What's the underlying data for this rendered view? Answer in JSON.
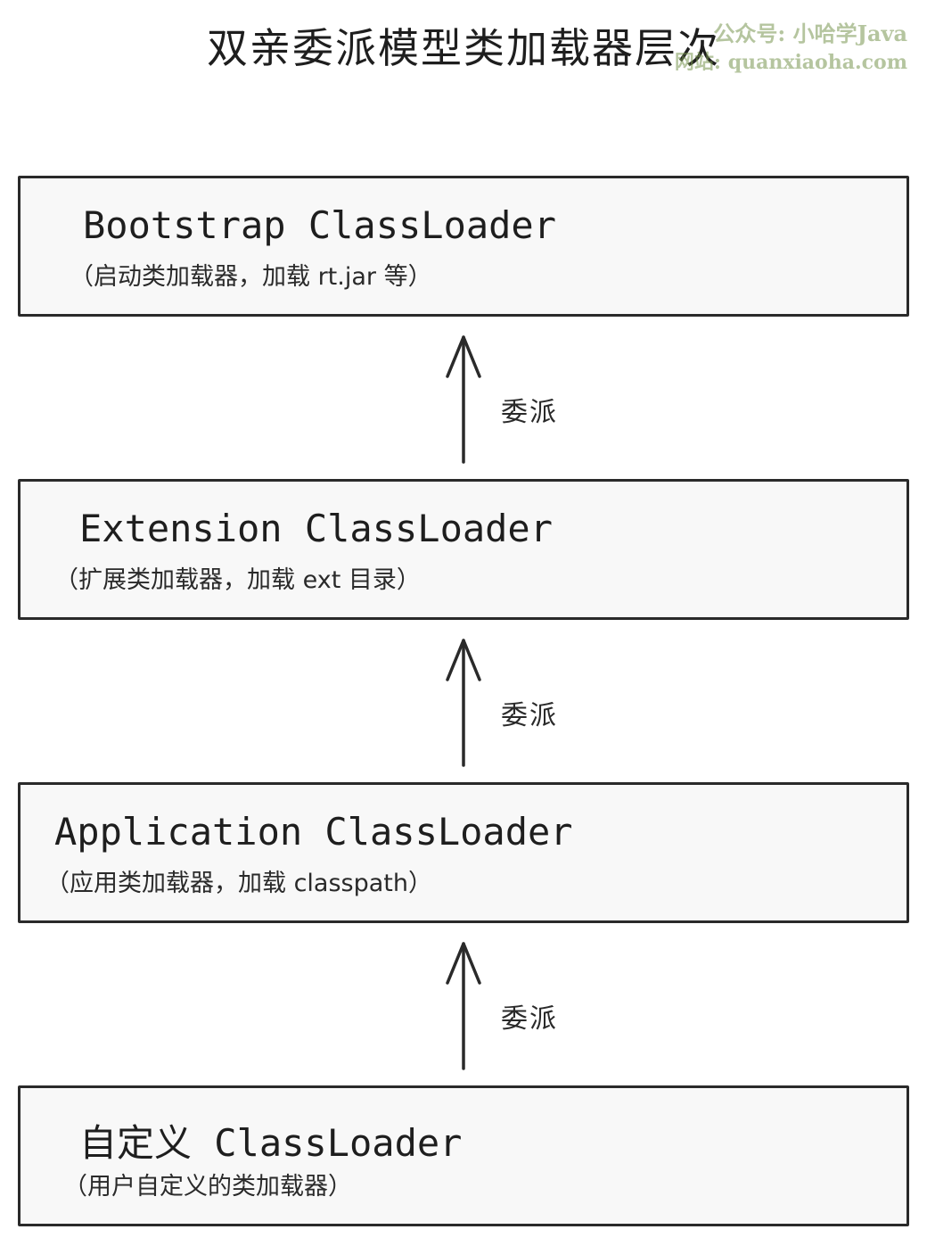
{
  "title": "双亲委派模型类加载器层次",
  "watermark": {
    "line1": "公众号: 小哈学Java",
    "line2": "网站: quanxiaoha.com"
  },
  "boxes": [
    {
      "name": "Bootstrap ClassLoader",
      "desc": "（启动类加载器，加载 rt.jar 等）"
    },
    {
      "name": "Extension ClassLoader",
      "desc": "（扩展类加载器，加载 ext 目录）"
    },
    {
      "name": "Application ClassLoader",
      "desc": "（应用类加载器，加载 classpath）"
    },
    {
      "name": "自定义 ClassLoader",
      "desc": "（用户自定义的类加载器）"
    }
  ],
  "arrows": [
    {
      "label": "委派"
    },
    {
      "label": "委派"
    },
    {
      "label": "委派"
    }
  ],
  "colors": {
    "stroke": "#2a2a2a",
    "box_fill": "#f8f8f8",
    "watermark": "#7a9650"
  }
}
